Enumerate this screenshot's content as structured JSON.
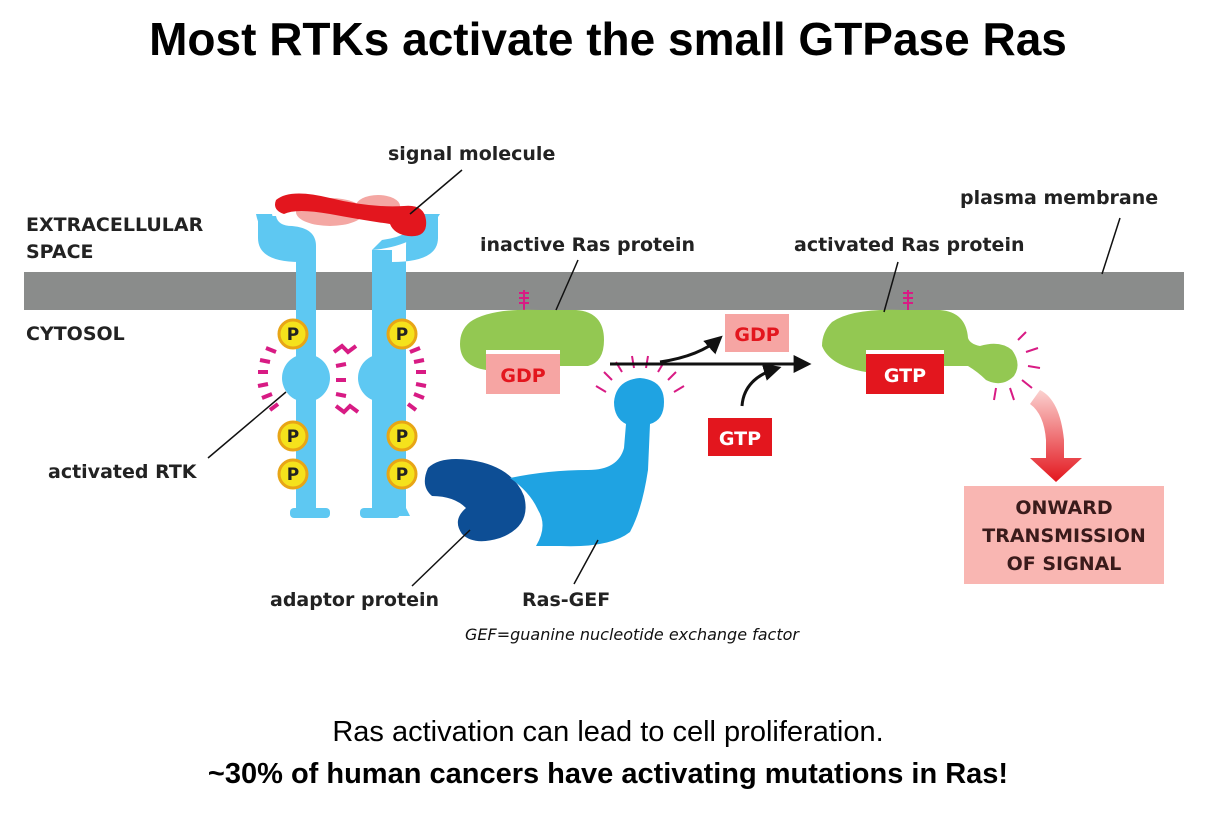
{
  "title": "Most RTKs activate the small GTPase Ras",
  "labels": {
    "signal_molecule": "signal molecule",
    "extracellular_line1": "EXTRACELLULAR",
    "extracellular_line2": "SPACE",
    "cytosol": "CYTOSOL",
    "plasma_membrane": "plasma membrane",
    "inactive_ras": "inactive Ras protein",
    "activated_ras": "activated Ras protein",
    "activated_rtk": "activated RTK",
    "adaptor_protein": "adaptor protein",
    "ras_gef": "Ras-GEF",
    "gef_note": "GEF=guanine nucleotide exchange factor",
    "phosphate": "P"
  },
  "nucleotides": {
    "gdp_bound": "GDP",
    "gdp_released": "GDP",
    "gtp_incoming": "GTP",
    "gtp_bound": "GTP"
  },
  "output_box": {
    "line1": "ONWARD",
    "line2": "TRANSMISSION",
    "line3": "OF SIGNAL"
  },
  "footer": {
    "line1": "Ras activation can lead to cell proliferation.",
    "line2": "~30% of human cancers have activating mutations in Ras!"
  },
  "colors": {
    "membrane": "#8a8c8b",
    "receptor": "#5ec8f2",
    "ras": "#93c852",
    "gef": "#1fa3e2",
    "adaptor": "#0d4e95",
    "signal": "#e3161e",
    "phosphate": "#f5e21c",
    "gdp_box": "#f6a5a3",
    "gtp_box": "#e3161e",
    "output_box": "#f9b6b2",
    "activation_marks": "#d81b84"
  }
}
